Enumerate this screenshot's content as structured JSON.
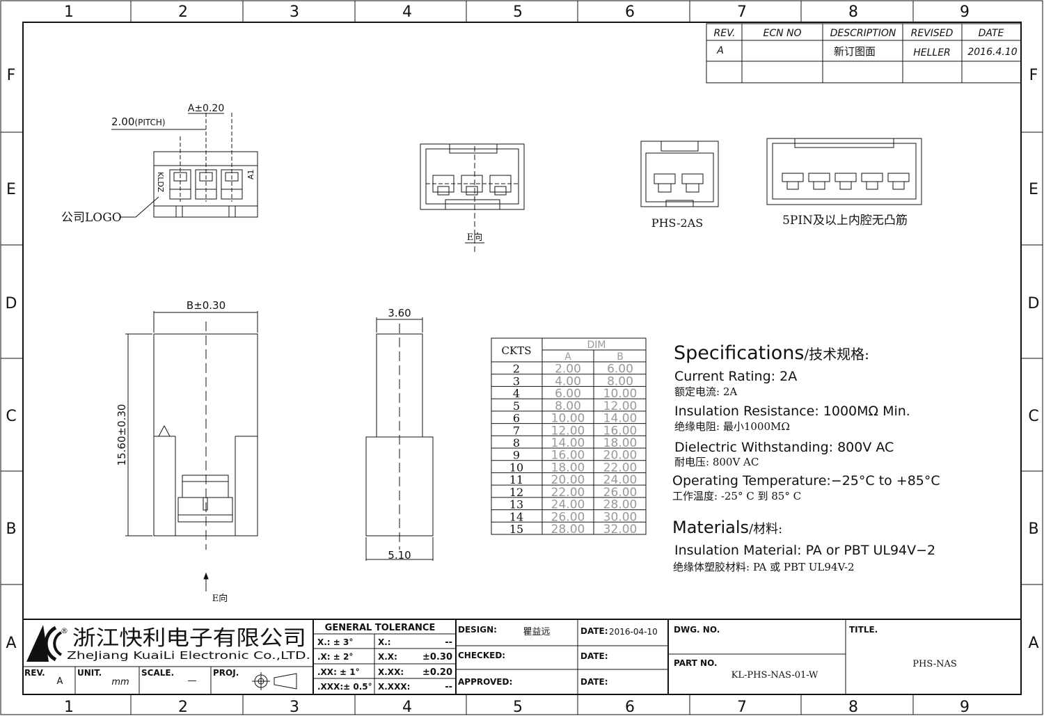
{
  "frame": {
    "col_labels": [
      "1",
      "2",
      "3",
      "4",
      "5",
      "6",
      "7",
      "8",
      "9"
    ],
    "row_labels": [
      "F",
      "E",
      "D",
      "C",
      "B",
      "A"
    ]
  },
  "revision_table": {
    "headers": [
      "REV.",
      "ECN NO",
      "DESCRIPTION",
      "REVISED",
      "DATE"
    ],
    "row": [
      "A",
      "",
      "新订图面",
      "HELLER",
      "2016.4.10"
    ]
  },
  "top_view": {
    "pitch": "2.00",
    "pitch_note": "(PITCH)",
    "dim_a": "A±0.20",
    "mark_left": "KLDZ",
    "mark_right": "A1",
    "logo_callout": "公司LOGO"
  },
  "views": {
    "e_view_label": "E向",
    "phs2as_label": "PHS-2AS",
    "five_pin_label": "5PIN及以上内腔无凸筋",
    "dim_b": "B±0.30",
    "height": "15.60±0.30",
    "side_top": "3.60",
    "side_bottom": "5.10",
    "e_arrow_label": "E向"
  },
  "dim_table": {
    "h_ckts": "CKTS",
    "h_dim": "DIM",
    "h_a": "A",
    "h_b": "B",
    "rows": [
      [
        "2",
        "2.00",
        "6.00"
      ],
      [
        "3",
        "4.00",
        "8.00"
      ],
      [
        "4",
        "6.00",
        "10.00"
      ],
      [
        "5",
        "8.00",
        "12.00"
      ],
      [
        "6",
        "10.00",
        "14.00"
      ],
      [
        "7",
        "12.00",
        "16.00"
      ],
      [
        "8",
        "14.00",
        "18.00"
      ],
      [
        "9",
        "16.00",
        "20.00"
      ],
      [
        "10",
        "18.00",
        "22.00"
      ],
      [
        "11",
        "20.00",
        "24.00"
      ],
      [
        "12",
        "22.00",
        "26.00"
      ],
      [
        "13",
        "24.00",
        "28.00"
      ],
      [
        "14",
        "26.00",
        "30.00"
      ],
      [
        "15",
        "28.00",
        "32.00"
      ]
    ]
  },
  "specs": {
    "title": "Specifications",
    "title_cn": "/技术规格:",
    "current_en": "Current  Rating:  2A",
    "current_cn": "额定电流: 2A",
    "insulation_en": "Insulation  Resistance:  1000MΩ  Min.",
    "insulation_cn": "绝缘电阻: 最小1000MΩ",
    "dielectric_en": "Dielectric  Withstanding:  800V  AC",
    "dielectric_cn": "耐电压: 800V  AC",
    "temp_en": "Operating  Temperature:−25°C  to  +85°C",
    "temp_cn": "工作温度: -25° C  到  85° C",
    "materials_title": "Materials",
    "materials_title_cn": "/材料:",
    "material_en": "Insulation  Material: PA  or  PBT  UL94V−2",
    "material_cn": "绝缘体塑胶材料: PA  或  PBT  UL94V-2"
  },
  "title_block": {
    "company_cn": "浙江快利电子有限公司",
    "company_en": "ZheJiang  KuaiLi  Electronic  Co.,LTD.",
    "reg_mark": "®",
    "rev_label": "REV.",
    "rev_value": "A",
    "unit_label": "UNIT.",
    "unit_value": "mm",
    "scale_label": "SCALE.",
    "scale_value": "—",
    "proj_label": "PROJ.",
    "tol_title": "GENERAL  TOLERANCE",
    "tol_rows": [
      [
        "X.: ± 3°",
        "X.:",
        "--"
      ],
      [
        ".X: ± 2°",
        "X.X:",
        "±0.30"
      ],
      [
        ".XX: ± 1°",
        "X.XX:",
        "±0.20"
      ],
      [
        ".XXX:± 0.5°",
        "X.XXX:",
        "--"
      ]
    ],
    "design_label": "DESIGN:",
    "designer": "瞿益远",
    "checked_label": "CHECKED:",
    "approved_label": "APPROVED:",
    "date_label": "DATE:",
    "date_value": "2016-04-10",
    "dwg_label": "DWG.  NO.",
    "part_label": "PART  NO.",
    "part_value": "KL-PHS-NAS-01-W",
    "title_label": "TITLE.",
    "title_value": "PHS-NAS"
  }
}
